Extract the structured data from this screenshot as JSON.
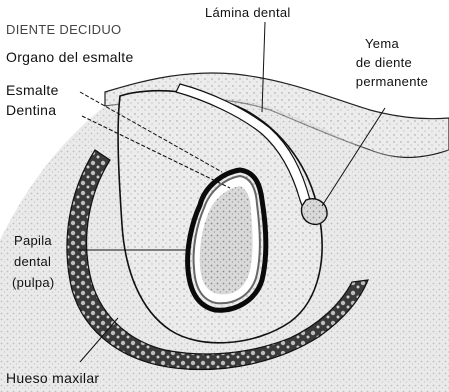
{
  "diagram": {
    "labels": {
      "diente_deciduo": "DIENTE DECIDUO",
      "lamina_dental": "Lámina dental",
      "organo_esmalte": "Organo del esmalte",
      "yema_line1": "Yema",
      "yema_line2": "de diente",
      "yema_line3": "permanente",
      "esmalte": "Esmalte",
      "dentina": "Dentina",
      "papila_line1": "Papila",
      "papila_line2": "dental",
      "papila_line3": "(pulpa)",
      "hueso_maxilar": "Hueso maxilar"
    },
    "colors": {
      "ink": "#111111",
      "paper": "#ffffff",
      "tissue": "#dcdcdc",
      "bone": "#2a2a2a"
    }
  }
}
